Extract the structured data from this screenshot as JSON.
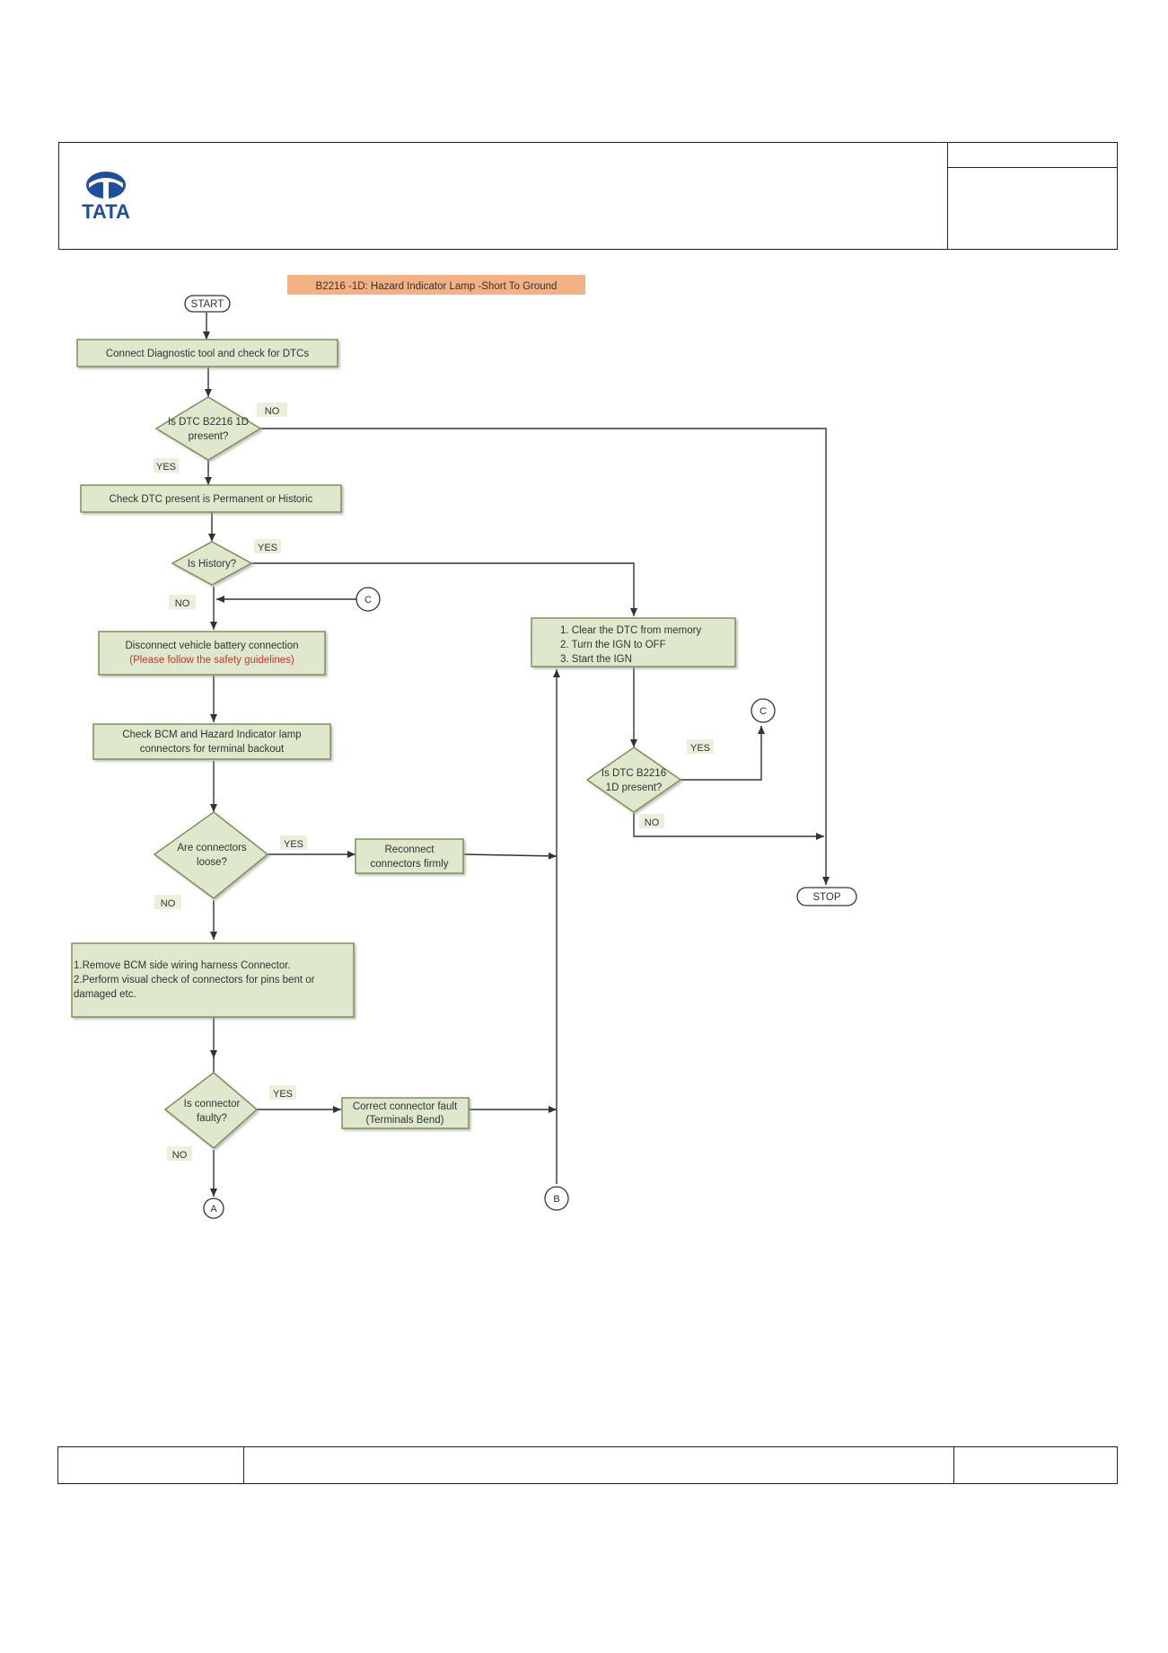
{
  "header": {
    "logo_text": "TATA",
    "title": "",
    "ref_top": "",
    "ref_bottom": ""
  },
  "footer": {
    "left": "",
    "center": "",
    "right": ""
  },
  "colors": {
    "box_fill": "#dfe8cc",
    "box_stroke": "#7f9157",
    "title_fill": "#f4b183",
    "warning_text": "#d0342c",
    "logo": "#1f4e9c"
  },
  "flowchart": {
    "title": "B2216 -1D: Hazard Indicator Lamp -Short To Ground",
    "start": "START",
    "stop": "STOP",
    "step_connect": "Connect Diagnostic tool and check for DTCs",
    "q_dtc_present": [
      "Is DTC B2216 1D",
      "present?"
    ],
    "step_check_permanent": "Check DTC present is Permanent or Historic",
    "q_history": "Is History?",
    "step_disconnect": "Disconnect vehicle battery connection",
    "step_disconnect_warning": "(Please follow the safety guidelines)",
    "step_check_bcm": [
      "Check BCM and Hazard Indicator lamp",
      "connectors for terminal backout"
    ],
    "q_loose": [
      "Are connectors",
      "loose?"
    ],
    "step_reconnect": [
      "Reconnect",
      "connectors firmly"
    ],
    "step_remove": [
      "1.Remove BCM side wiring harness Connector.",
      "2.Perform visual check of connectors for pins bent or",
      "damaged etc."
    ],
    "q_faulty": [
      "Is connector",
      "faulty?"
    ],
    "step_correct": [
      "Correct connector fault",
      "(Terminals Bend)"
    ],
    "step_clear": [
      "1. Clear the DTC from memory",
      "2. Turn the IGN to OFF",
      "3. Start the IGN"
    ],
    "q_dtc_present2": [
      "Is DTC B2216",
      "1D present?"
    ],
    "connector_a": "A",
    "connector_b": "B",
    "connector_c": "C",
    "yes": "YES",
    "no": "NO"
  }
}
